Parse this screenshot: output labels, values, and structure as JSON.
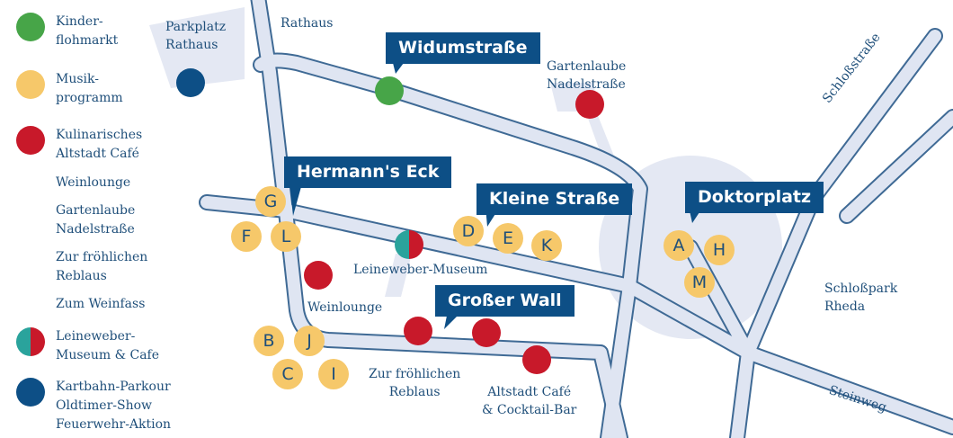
{
  "colors": {
    "green": "#47a548",
    "yellow": "#f6c86a",
    "red": "#c8192a",
    "teal": "#2aa39c",
    "blue": "#0d4f86",
    "road": "#dfe5f2",
    "road_outline": "#3f6a95",
    "area": "#e4e8f3"
  },
  "legend": [
    {
      "lines": [
        "Kinder-",
        "flohmarkt"
      ],
      "color": "green",
      "icon": "green-dot-icon"
    },
    {
      "lines": [
        "Musik-",
        "programm"
      ],
      "color": "yellow",
      "icon": "yellow-dot-icon"
    },
    {
      "lines": [
        "Kulinarisches",
        "Altstadt Café"
      ],
      "color": "red",
      "icon": "red-dot-icon"
    },
    {
      "lines": [
        "Leineweber-",
        "Museum & Cafe"
      ],
      "color": "teal-red",
      "icon": "split-dot-icon"
    },
    {
      "lines": [
        "Kartbahn-Parkour",
        "Oldtimer-Show",
        "Feuerwehr-Aktion"
      ],
      "color": "blue",
      "icon": "blue-dot-icon"
    }
  ],
  "kulinarisch_list": [
    "Weinlounge",
    "Gartenlaube",
    "Nadelstraße",
    "Zur fröhlichen",
    "Reblaus",
    "Zum Weinfass"
  ],
  "streets": {
    "rathaus": "Rathaus",
    "schlossstrasse": "Schloßstraße",
    "schlosspark": [
      "Schloßpark",
      "Rheda"
    ],
    "steinweg": "Steinweg"
  },
  "places": {
    "parkplatz": [
      "Parkplatz",
      "Rathaus"
    ],
    "gartenlaube": [
      "Gartenlaube",
      "Nadelstraße"
    ],
    "leineweber": "Leineweber-Museum",
    "weinlounge": "Weinlounge",
    "reblaus": [
      "Zur fröhlichen",
      "Reblaus"
    ],
    "altstadt": [
      "Altstadt Café",
      "& Cocktail-Bar"
    ]
  },
  "tags": {
    "widum": "Widumstraße",
    "hermann": "Hermann's Eck",
    "kleine": "Kleine Straße",
    "doktor": "Doktorplatz",
    "wall": "Großer Wall"
  },
  "stages": [
    "G",
    "F",
    "L",
    "D",
    "E",
    "K",
    "A",
    "H",
    "M",
    "B",
    "J",
    "C",
    "I"
  ]
}
